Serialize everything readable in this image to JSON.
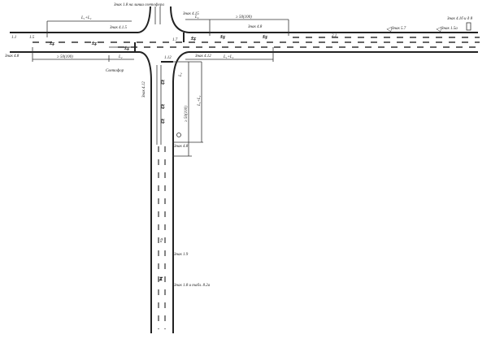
{
  "signs": {
    "sign_1_8_light": "Знак 1.8 на линии светофора",
    "sign_4_1_5": "Знак 4.1.5",
    "sign_4_15": "Знак 4.15",
    "sign_4_8_top": "Знак 4.8",
    "sign_5_7": "Знак 5.7",
    "sign_1_5a": "Знак 1.5а",
    "sign_4_1_b": "Знак 4.1б и д 8",
    "sign_4_8_left": "Знак 4.8",
    "sign_4_12": "Знак 4.12",
    "sign_4_12_v": "Знак 4.12",
    "sign_4_8_v": "Знак 4.8",
    "sign_1_9": "Знак 1.9",
    "sign_1_8_table": "Знак 1.8 и табл. 8.2а",
    "traffic_light": "Светофор"
  },
  "dimensions": {
    "l1_plus_l2_top": "L₁+L₂",
    "l2_top": "L₂",
    "dist_top": "≥ 50(100)",
    "dist_left": "≥ 50(100)",
    "l2_left": "L₂",
    "l1_plus_l2_right": "L₁+L₂",
    "l2_vert": "L₂",
    "dist_vert": "≥ 50(100)",
    "l1_plus_l2_vert": "L₁+L₂"
  },
  "markings": {
    "m1_1": "1.1",
    "m1_5": "1.5",
    "m1_7": "1.7",
    "m1_12": "1.12",
    "m2_1": "2.1"
  }
}
